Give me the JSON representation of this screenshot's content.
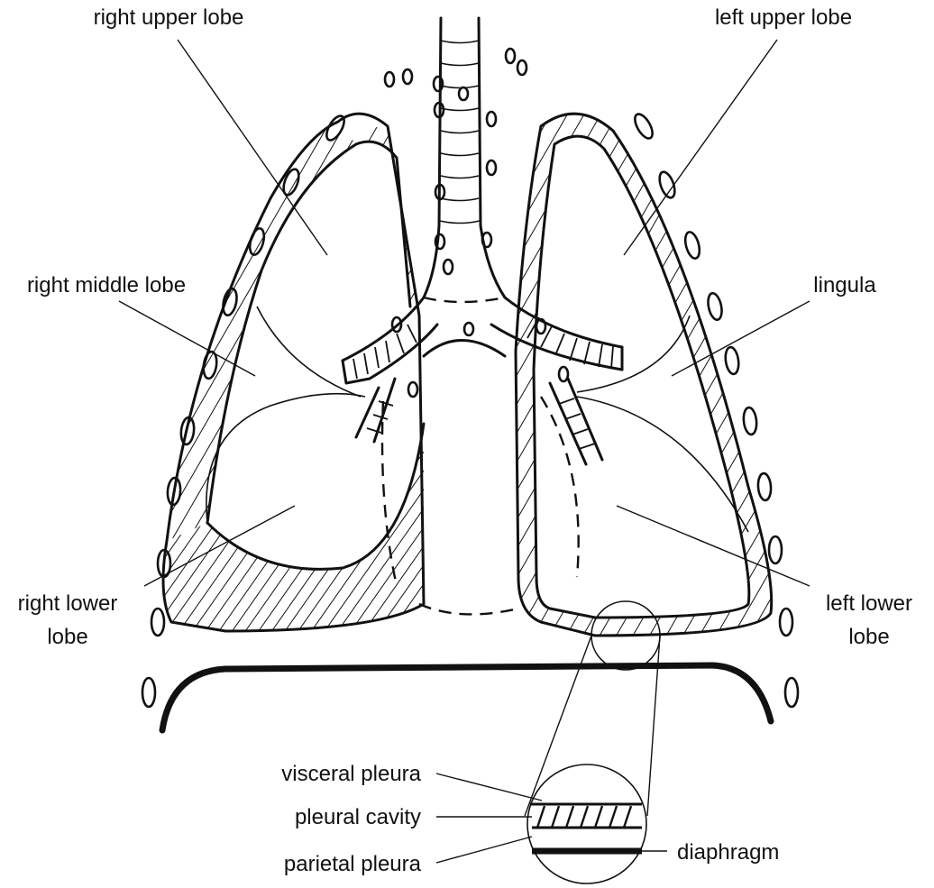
{
  "labels": {
    "right_upper_lobe": "right upper lobe",
    "left_upper_lobe": "left upper lobe",
    "right_middle_lobe": "right middle lobe",
    "lingula": "lingula",
    "right_lower_lobe_line1": "right lower",
    "right_lower_lobe_line2": "lobe",
    "left_lower_lobe_line1": "left lower",
    "left_lower_lobe_line2": "lobe",
    "visceral_pleura": "visceral pleura",
    "pleural_cavity": "pleural cavity",
    "parietal_pleura": "parietal pleura",
    "diaphragm": "diaphragm"
  },
  "colors": {
    "ink": "#111111",
    "background": "#ffffff"
  }
}
